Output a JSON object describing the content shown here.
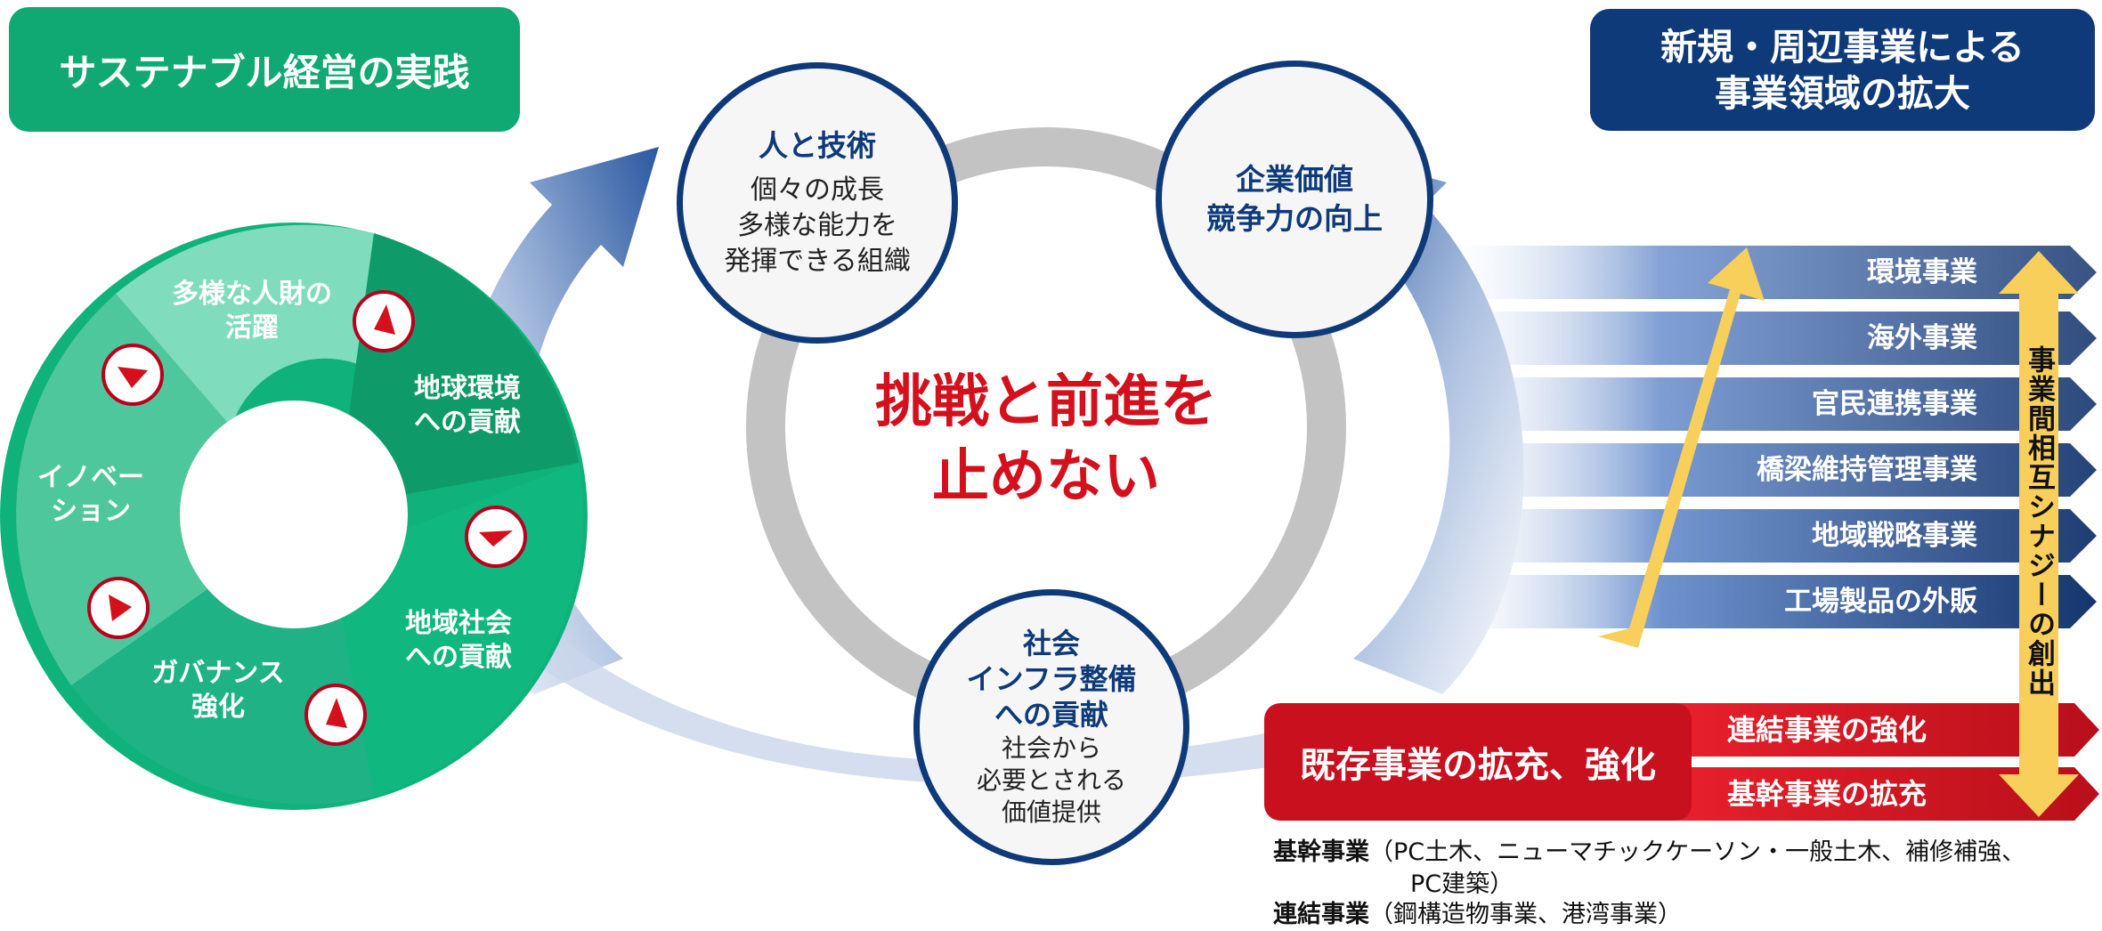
{
  "header_left": "サステナブル経営の実践",
  "header_right": [
    "新規・周辺事業による",
    "事業領域の拡大"
  ],
  "center_text": [
    "挑戦と前進を",
    "止めない"
  ],
  "circles": {
    "people": {
      "title": "人と技術",
      "lines": [
        "個々の成長",
        "多様な能力を",
        "発揮できる組織"
      ]
    },
    "value": {
      "title_lines": [
        "企業価値",
        "競争力の向上"
      ]
    },
    "infra": {
      "title_lines": [
        "社会",
        "インフラ整備",
        "への貢献"
      ],
      "lines": [
        "社会から",
        "必要とされる",
        "価値提供"
      ]
    }
  },
  "donut_segments": [
    {
      "lines": [
        "多様な人財の",
        "活躍"
      ]
    },
    {
      "lines": [
        "地球環境",
        "への貢献"
      ]
    },
    {
      "lines": [
        "地域社会",
        "への貢献"
      ]
    },
    {
      "lines": [
        "ガバナンス",
        "強化"
      ]
    },
    {
      "lines": [
        "イノベー",
        "ション"
      ]
    }
  ],
  "businesses": [
    "環境事業",
    "海外事業",
    "官民連携事業",
    "橋梁維持管理事業",
    "地域戦略事業",
    "工場製品の外販"
  ],
  "synergy_label": "事業間相互シナジーの創出",
  "existing": {
    "title": "既存事業の拡充、強化",
    "items": [
      "連結事業の強化",
      "基幹事業の拡充"
    ]
  },
  "notes": {
    "core_label": "基幹事業",
    "core_text": "（PC土木、ニューマチックケーソン・一般土木、補修補強、",
    "core_text2": "PC建築）",
    "consolidated_label": "連結事業",
    "consolidated_text": "（鋼構造物事業、港湾事業）"
  },
  "colors": {
    "navy": "#0e3a7a",
    "green": "#10a974",
    "red": "#c8101e",
    "yellow": "#f8cf5a",
    "gray": "#c3c3c3"
  }
}
